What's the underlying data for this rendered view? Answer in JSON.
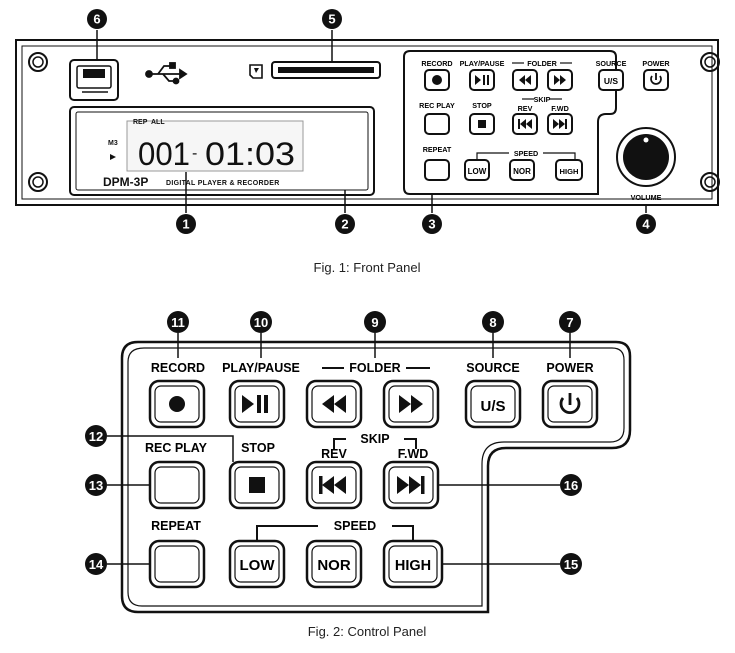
{
  "fig1": {
    "caption": "Fig. 1: Front Panel",
    "model": "DPM-3P",
    "model_sub": "DIGITAL PLAYER & RECORDER",
    "lcd": {
      "rep": "REP",
      "all": "ALL",
      "m3": "M3",
      "track": "001",
      "time": "01:03"
    },
    "labels": {
      "record": "RECORD",
      "play_pause": "PLAY/PAUSE",
      "folder": "FOLDER",
      "source": "SOURCE",
      "power": "POWER",
      "rec_play": "REC PLAY",
      "stop": "STOP",
      "skip": "SKIP",
      "rev": "REV",
      "fwd": "F.WD",
      "repeat": "REPEAT",
      "speed": "SPEED",
      "volume": "VOLUME"
    },
    "buttons": {
      "us": "U/S",
      "low": "LOW",
      "nor": "NOR",
      "high": "HIGH"
    },
    "callouts": [
      "6",
      "5",
      "1",
      "2",
      "3",
      "4"
    ]
  },
  "fig2": {
    "caption": "Fig. 2: Control Panel",
    "labels": {
      "record": "RECORD",
      "play_pause": "PLAY/PAUSE",
      "folder": "FOLDER",
      "source": "SOURCE",
      "power": "POWER",
      "rec_play": "REC PLAY",
      "stop": "STOP",
      "skip": "SKIP",
      "rev": "REV",
      "fwd": "F.WD",
      "repeat": "REPEAT",
      "speed": "SPEED"
    },
    "buttons": {
      "us": "U/S",
      "low": "LOW",
      "nor": "NOR",
      "high": "HIGH"
    },
    "callouts": [
      "11",
      "10",
      "9",
      "8",
      "7",
      "12",
      "13",
      "16",
      "14",
      "15"
    ]
  }
}
